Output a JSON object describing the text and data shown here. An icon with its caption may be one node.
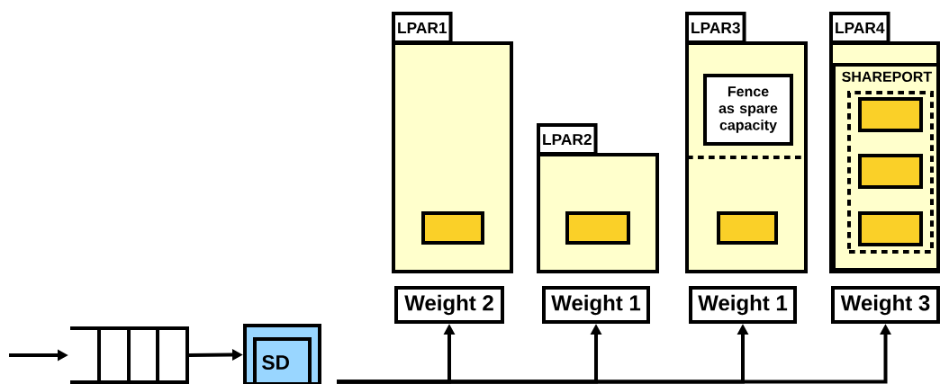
{
  "diagram": {
    "nodes": [
      {
        "text": [],
        "shape": "box"
      },
      {
        "text": [
          "SD"
        ]
      },
      {
        "text": [
          "LPAR1"
        ]
      },
      {
        "text": [],
        "shape": "box",
        "in": 2
      },
      {
        "text": [
          "LPAR2"
        ]
      },
      {
        "text": [],
        "shape": "box",
        "in": 4
      },
      {
        "text": [
          "LPAR3"
        ]
      },
      {
        "text": [
          "Fence as spare capacity"
        ],
        "in": 6
      },
      {
        "text": [],
        "shape": "box",
        "in": 6
      },
      {
        "text": [
          "LPAR4"
        ]
      },
      {
        "text": [
          "SHAREPORT"
        ],
        "in": 9
      },
      {
        "text": [],
        "shape": "box",
        "in": 10
      },
      {
        "text": [],
        "shape": "box",
        "in": 11
      },
      {
        "text": [],
        "shape": "box",
        "in": 11
      },
      {
        "text": [],
        "shape": "box",
        "in": 11
      },
      {
        "text": [
          "Weight 2"
        ]
      },
      {
        "text": [
          "Weight 1"
        ]
      },
      {
        "text": [
          "Weight 1"
        ]
      },
      {
        "text": [
          "Weight 3"
        ]
      }
    ],
    "edges": [
      {
        "from": null,
        "to": 0,
        "arrow": "to"
      },
      {
        "from": 0,
        "to": 1,
        "arrow": "to"
      },
      {
        "from": 1,
        "to": 15,
        "arrow": "to"
      },
      {
        "from": 1,
        "to": 16,
        "arrow": "to"
      },
      {
        "from": 1,
        "to": 17,
        "arrow": "to"
      },
      {
        "from": 1,
        "to": 18,
        "arrow": "to"
      }
    ]
  }
}
